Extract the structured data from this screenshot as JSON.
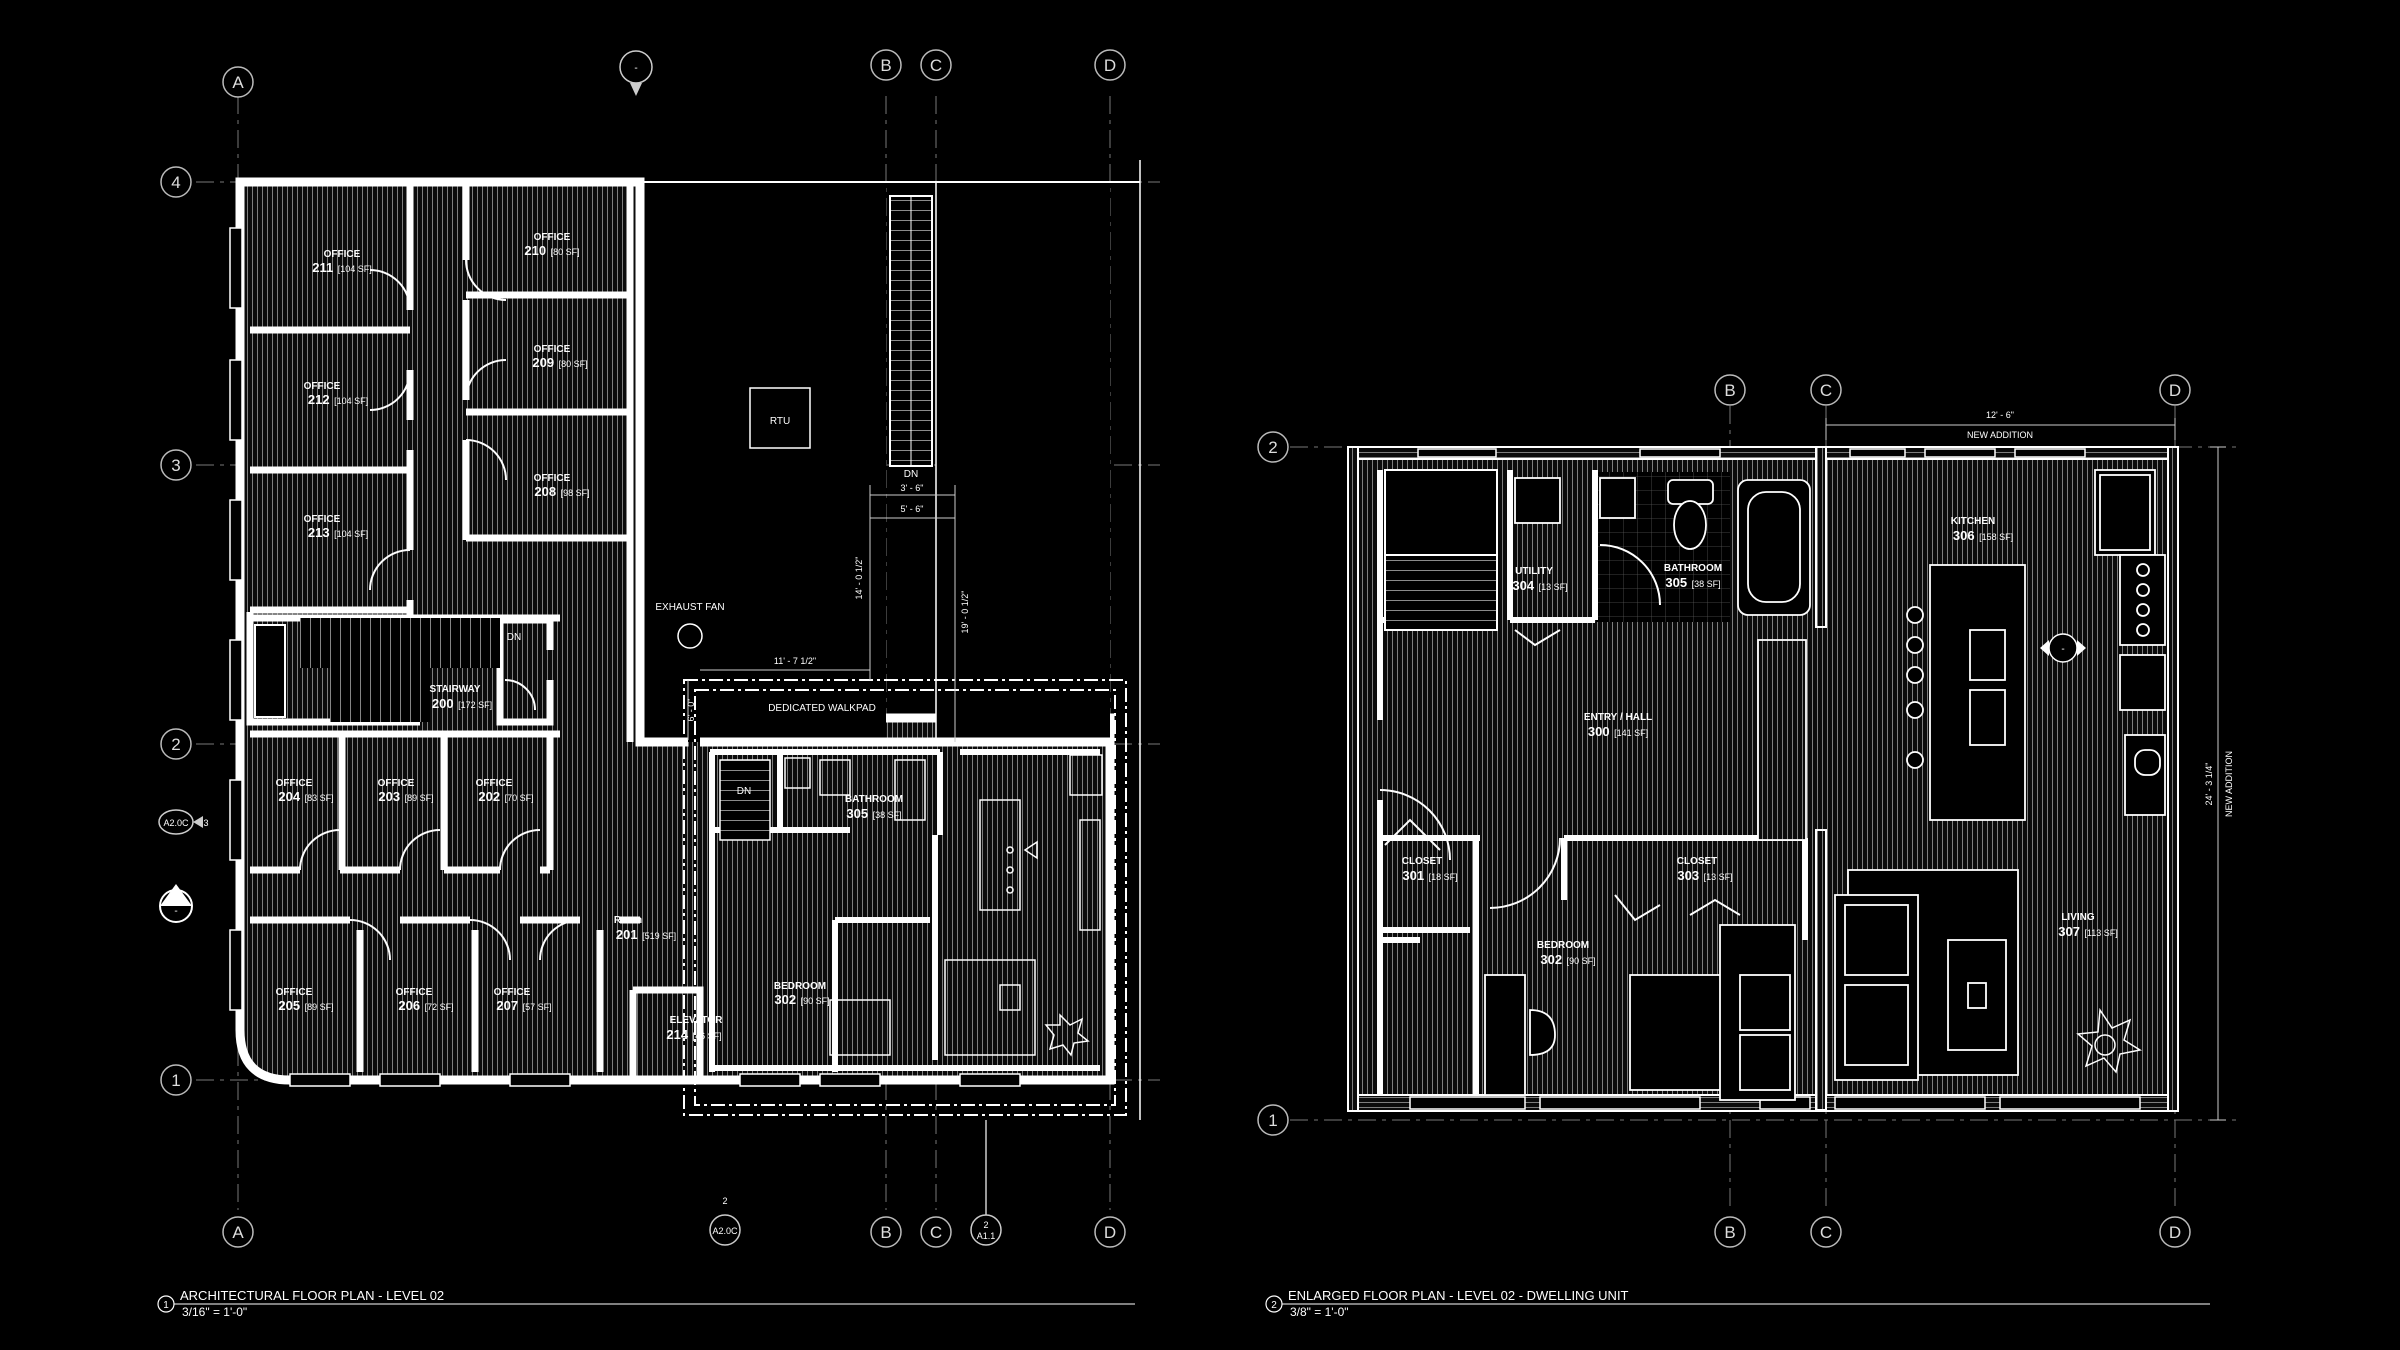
{
  "plan1": {
    "title": "ARCHITECTURAL FLOOR PLAN - LEVEL 02",
    "scale": "3/16\" = 1'-0\"",
    "number": "1",
    "grid": {
      "A": "A",
      "B": "B",
      "C": "C",
      "D": "D",
      "r1": "1",
      "r2": "2",
      "r3": "3",
      "r4": "4"
    },
    "rooms": [
      {
        "name": "OFFICE",
        "number": "211",
        "area": "[104 SF]"
      },
      {
        "name": "OFFICE",
        "number": "210",
        "area": "[80 SF]"
      },
      {
        "name": "OFFICE",
        "number": "212",
        "area": "[104 SF]"
      },
      {
        "name": "OFFICE",
        "number": "209",
        "area": "[80 SF]"
      },
      {
        "name": "OFFICE",
        "number": "213",
        "area": "[104 SF]"
      },
      {
        "name": "OFFICE",
        "number": "208",
        "area": "[98 SF]"
      },
      {
        "name": "STAIRWAY",
        "number": "200",
        "area": "[172 SF]"
      },
      {
        "name": "OFFICE",
        "number": "204",
        "area": "[83 SF]"
      },
      {
        "name": "OFFICE",
        "number": "203",
        "area": "[89 SF]"
      },
      {
        "name": "OFFICE",
        "number": "202",
        "area": "[70 SF]"
      },
      {
        "name": "Room",
        "number": "201",
        "area": "[519 SF]"
      },
      {
        "name": "OFFICE",
        "number": "205",
        "area": "[89 SF]"
      },
      {
        "name": "OFFICE",
        "number": "206",
        "area": "[72 SF]"
      },
      {
        "name": "OFFICE",
        "number": "207",
        "area": "[57 SF]"
      },
      {
        "name": "ELEVATOR",
        "number": "214",
        "area": "[46 SF]"
      },
      {
        "name": "BATHROOM",
        "number": "305",
        "area": "[38 SF]"
      },
      {
        "name": "BEDROOM",
        "number": "302",
        "area": "[90 SF]"
      }
    ],
    "notes": {
      "rtu": "RTU",
      "exhaust": "EXHAUST FAN",
      "walkpad": "DEDICATED WALKPAD",
      "dn1": "DN",
      "dn2": "DN",
      "dn3": "DN"
    },
    "dims": {
      "d1": "3' - 6\"",
      "d2": "5' - 6\"",
      "d3": "14' - 0 1/2\"",
      "d4": "19' - 0 1/2\"",
      "d5": "11' - 7 1/2\"",
      "d6": "6' - 0\""
    },
    "tags": {
      "section_a": "A2.0C",
      "section_a_num": "3",
      "section_b": "A2.0C",
      "section_b_num": "2",
      "detail": "A1.1",
      "detail_num": "2",
      "level": "-"
    }
  },
  "plan2": {
    "title": "ENLARGED FLOOR PLAN - LEVEL 02 - DWELLING UNIT",
    "scale": "3/8\" = 1'-0\"",
    "number": "2",
    "grid": {
      "B": "B",
      "C": "C",
      "D": "D",
      "r1": "1",
      "r2": "2"
    },
    "rooms": [
      {
        "name": "UTILITY",
        "number": "304",
        "area": "[13 SF]"
      },
      {
        "name": "BATHROOM",
        "number": "305",
        "area": "[38 SF]"
      },
      {
        "name": "KITCHEN",
        "number": "306",
        "area": "[158 SF]"
      },
      {
        "name": "ENTRY / HALL",
        "number": "300",
        "area": "[141 SF]"
      },
      {
        "name": "CLOSET",
        "number": "301",
        "area": "[18 SF]"
      },
      {
        "name": "CLOSET",
        "number": "303",
        "area": "[13 SF]"
      },
      {
        "name": "BEDROOM",
        "number": "302",
        "area": "[90 SF]"
      },
      {
        "name": "LIVING",
        "number": "307",
        "area": "[113 SF]"
      }
    ],
    "dims": {
      "top": "12' - 6\"",
      "top_note": "NEW ADDITION",
      "right": "24' - 3 1/4\"",
      "right_note": "NEW ADDITION"
    },
    "tags": {
      "elev": "-"
    }
  },
  "colors": {
    "background": "#000000",
    "lines": "#ffffff",
    "hatch": "#9a9a9a"
  }
}
